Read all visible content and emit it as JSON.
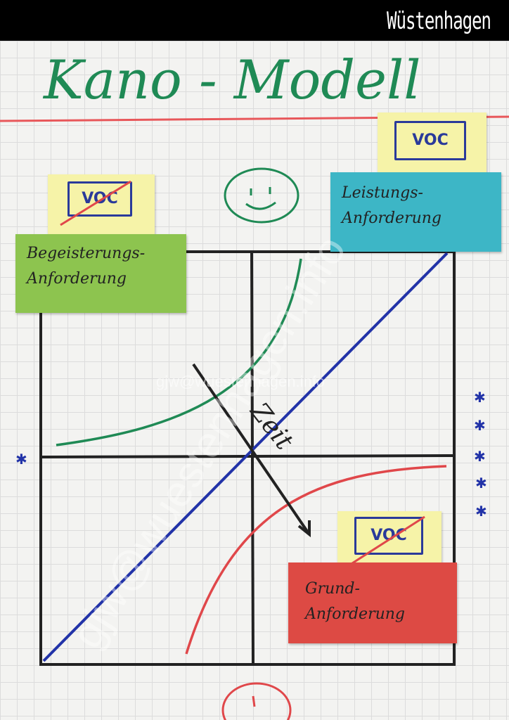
{
  "header": {
    "logo": "Wüstenhagen"
  },
  "title": "Kano - Modell",
  "watermark": {
    "small": "gjw@wuestenhagen.info",
    "large": "gjw@wuestenhagen.info"
  },
  "notes": {
    "voc_label": "VOC",
    "excitement": {
      "line1": "Begeisterungs-",
      "line2": "Anforderung"
    },
    "performance": {
      "line1": "Leistungs-",
      "line2": "Anforderung"
    },
    "basic": {
      "line1": "Grund-",
      "line2": "Anforderung"
    }
  },
  "arrow_label": "Zeit",
  "colors": {
    "green": "#1f8a55",
    "blue": "#2233a8",
    "red": "#e0474a",
    "note_yellow": "#f6f3a8",
    "note_green": "#8dc44f",
    "note_teal": "#3db6c6",
    "note_red": "#dd4a44"
  }
}
